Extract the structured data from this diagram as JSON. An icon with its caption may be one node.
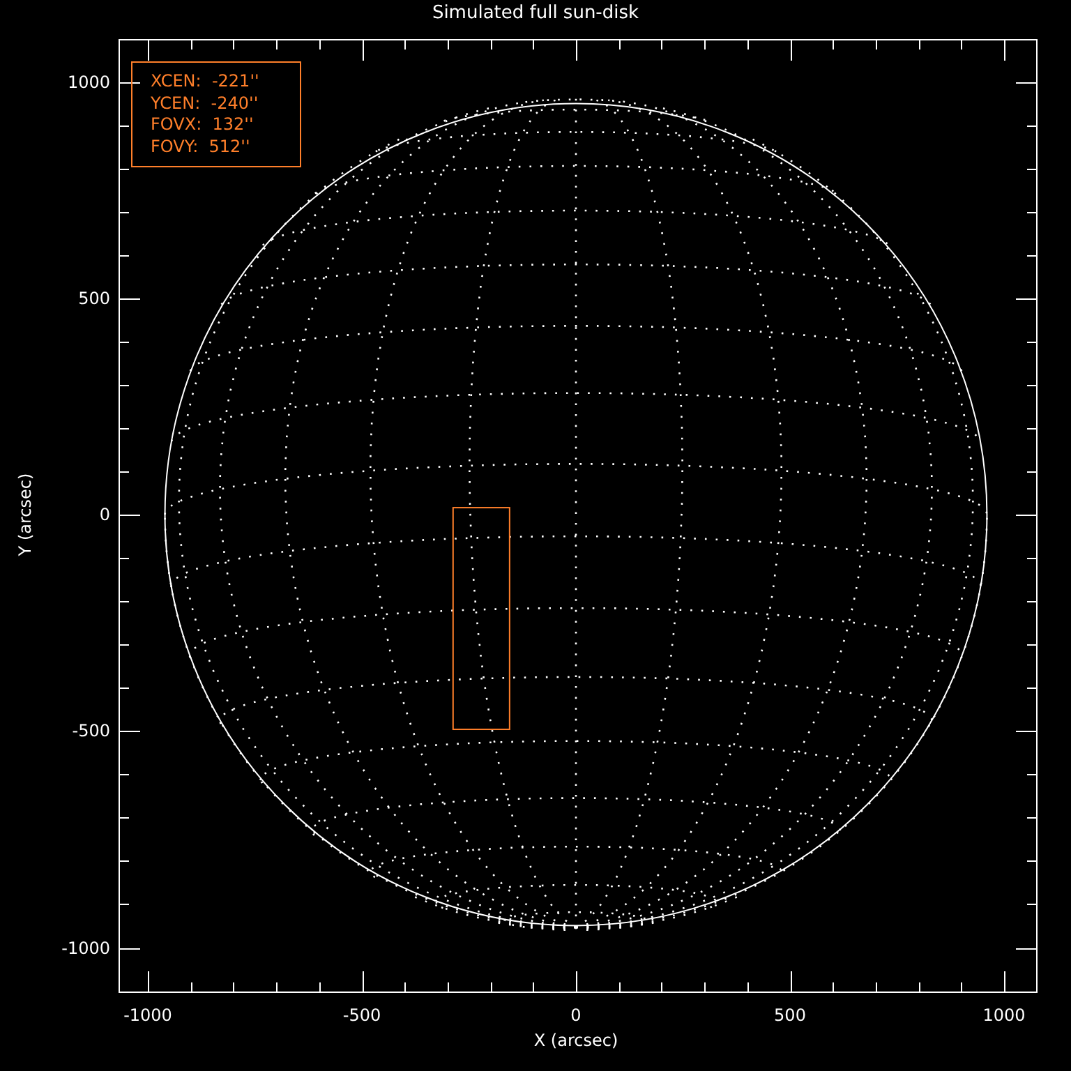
{
  "diagram": {
    "title": "Simulated full sun-disk",
    "labels": [
      "XCEN:  -221''",
      "YCEN:  -240''",
      "FOVX:  132''",
      "FOVY:  512''",
      "1000",
      "500",
      "0",
      "-500",
      "-1000",
      "Y (arcsec)",
      "-1000",
      "-500",
      "0",
      "500",
      "1000",
      "X (arcsec)"
    ]
  }
}
